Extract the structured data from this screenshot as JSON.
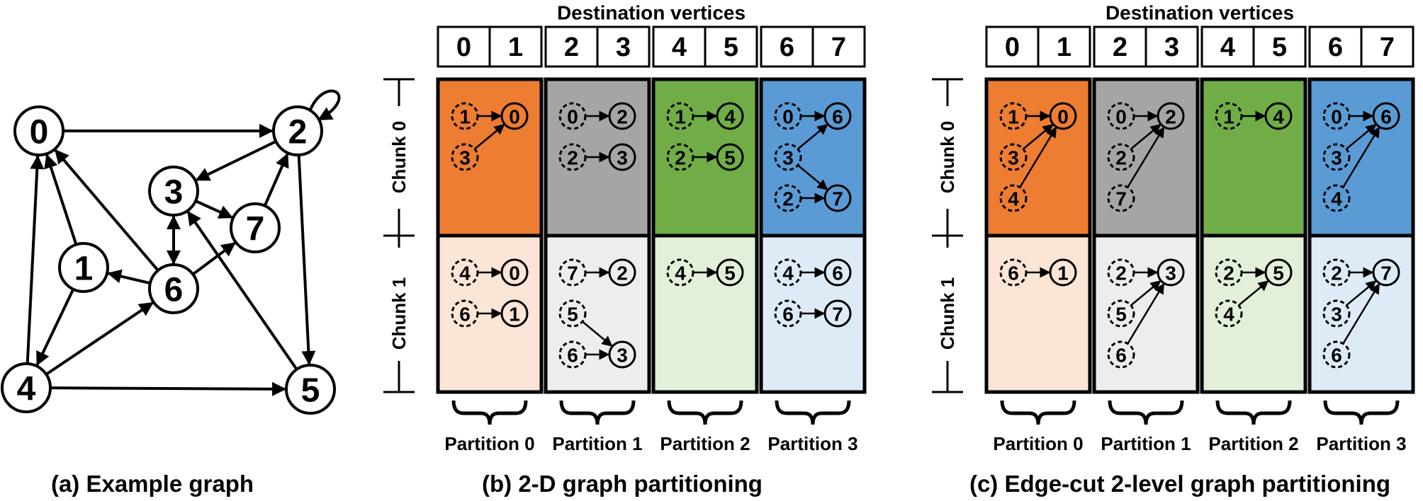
{
  "graph": {
    "caption": "(a) Example graph",
    "nodes": [
      "0",
      "1",
      "2",
      "3",
      "4",
      "5",
      "6",
      "7"
    ]
  },
  "panel_b": {
    "caption": "(b) 2-D graph partitioning",
    "header": "Destination vertices",
    "columns": [
      "0",
      "1",
      "2",
      "3",
      "4",
      "5",
      "6",
      "7"
    ],
    "chunks": [
      "Chunk 0",
      "Chunk 1"
    ],
    "partitions": [
      "Partition 0",
      "Partition 1",
      "Partition 2",
      "Partition 3"
    ],
    "cells": [
      [
        {
          "edges": [
            [
              "1",
              "0"
            ],
            [
              "3",
              "0"
            ]
          ]
        },
        {
          "edges": [
            [
              "0",
              "2"
            ],
            [
              "2",
              "3"
            ]
          ]
        },
        {
          "edges": [
            [
              "1",
              "4"
            ],
            [
              "2",
              "5"
            ]
          ]
        },
        {
          "edges": [
            [
              "0",
              "6"
            ],
            [
              "3",
              "6"
            ],
            [
              "3",
              "7"
            ],
            [
              "2",
              "7"
            ]
          ]
        }
      ],
      [
        {
          "edges": [
            [
              "4",
              "0"
            ],
            [
              "6",
              "1"
            ]
          ]
        },
        {
          "edges": [
            [
              "7",
              "2"
            ],
            [
              "5",
              "3"
            ],
            [
              "6",
              "3"
            ]
          ]
        },
        {
          "edges": [
            [
              "4",
              "5"
            ]
          ]
        },
        {
          "edges": [
            [
              "4",
              "6"
            ],
            [
              "6",
              "7"
            ]
          ]
        }
      ]
    ]
  },
  "panel_c": {
    "caption": "(c) Edge-cut 2-level graph partitioning",
    "header": "Destination vertices",
    "columns": [
      "0",
      "1",
      "2",
      "3",
      "4",
      "5",
      "6",
      "7"
    ],
    "chunks": [
      "Chunk 0",
      "Chunk 1"
    ],
    "partitions": [
      "Partition 0",
      "Partition 1",
      "Partition 2",
      "Partition 3"
    ],
    "cells": [
      [
        {
          "edges": [
            [
              "1",
              "0"
            ],
            [
              "3",
              "0"
            ],
            [
              "4",
              "0"
            ]
          ]
        },
        {
          "edges": [
            [
              "0",
              "2"
            ],
            [
              "2",
              "2"
            ],
            [
              "7",
              "2"
            ]
          ]
        },
        {
          "edges": [
            [
              "1",
              "4"
            ]
          ]
        },
        {
          "edges": [
            [
              "0",
              "6"
            ],
            [
              "3",
              "6"
            ],
            [
              "4",
              "6"
            ]
          ]
        }
      ],
      [
        {
          "edges": [
            [
              "6",
              "1"
            ]
          ]
        },
        {
          "edges": [
            [
              "2",
              "3"
            ],
            [
              "5",
              "3"
            ],
            [
              "6",
              "3"
            ]
          ]
        },
        {
          "edges": [
            [
              "2",
              "5"
            ],
            [
              "4",
              "5"
            ]
          ]
        },
        {
          "edges": [
            [
              "2",
              "7"
            ],
            [
              "3",
              "7"
            ],
            [
              "6",
              "7"
            ]
          ]
        }
      ]
    ]
  },
  "colors": {
    "chunk0": [
      "#ED7D31",
      "#A5A5A5",
      "#70AD47",
      "#5B9BD5"
    ],
    "chunk1": [
      "#FBE5D6",
      "#EDEDED",
      "#E2F0D9",
      "#DEEBF7"
    ]
  }
}
